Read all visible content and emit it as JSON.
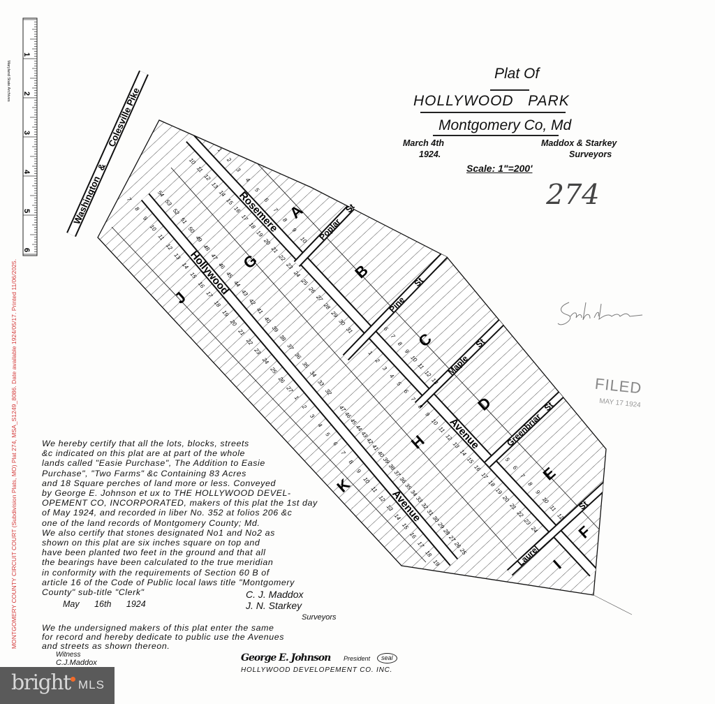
{
  "side_caption": "MONTGOMERY COUNTY CIRCUIT COURT (Subdivision Plats, MO) Plat 274, MSA_S1249_8086. Date available 1924/05/17. Printed 11/06/2025.",
  "ruler": {
    "label": "Maryland State Archives",
    "marks": [
      "1",
      "2",
      "3",
      "4",
      "5",
      "6"
    ]
  },
  "title": {
    "line1": "Plat Of",
    "line2": "HOLLYWOOD   PARK",
    "line3": "Montgomery Co, Md",
    "date_line1": "March 4th",
    "date_line2": "1924.",
    "surveyors_line1": "Maddox & Starkey",
    "surveyors_line2": "Surveyors",
    "scale": "Scale: 1\"=200'",
    "plat_number": "274"
  },
  "stamp": {
    "label": "FILED",
    "date": "MAY 17 1924"
  },
  "map": {
    "pike": [
      "Washington",
      "&",
      "Colesville Pike"
    ],
    "streets": {
      "rosemere": "Rosemere",
      "hollywood": "Hollywood",
      "avenue1": "Avenue",
      "avenue2": "Avenue",
      "poplar": "Poplar",
      "pine": "Pine",
      "maple": "Maple",
      "greenbriar": "Greenbriar",
      "laurel": "Laurel",
      "st": "St"
    },
    "blocks": [
      "A",
      "B",
      "C",
      "D",
      "E",
      "F",
      "G",
      "H",
      "I",
      "J",
      "K"
    ],
    "lot_rows": [
      [
        "1",
        "2",
        "3",
        "4",
        "5",
        "6",
        "7",
        "8",
        "9",
        "10"
      ],
      [
        "10",
        "11",
        "12",
        "13",
        "14",
        "15",
        "16",
        "17",
        "18",
        "19",
        "20",
        "21",
        "22",
        "23",
        "24",
        "25",
        "26",
        "27",
        "28",
        "29",
        "30",
        "31"
      ],
      [
        "54",
        "53",
        "52",
        "51",
        "50",
        "49",
        "48",
        "47",
        "46",
        "45",
        "44",
        "43",
        "42",
        "41",
        "40",
        "39",
        "38",
        "37",
        "36",
        "35",
        "34",
        "33",
        "32"
      ],
      [
        "7",
        "8",
        "9",
        "10",
        "11",
        "12",
        "13",
        "14",
        "15",
        "16",
        "17",
        "18",
        "19",
        "20",
        "21",
        "22",
        "23",
        "24",
        "25",
        "26",
        "27"
      ],
      [
        "1",
        "2",
        "3",
        "4",
        "5",
        "6",
        "7",
        "8",
        "9",
        "10",
        "11",
        "12",
        "13",
        "14",
        "15",
        "16",
        "17",
        "18",
        "19",
        "20",
        "21",
        "22",
        "23",
        "24"
      ],
      [
        "6",
        "7",
        "8",
        "9",
        "10",
        "11",
        "12",
        "13"
      ],
      [
        "5",
        "6",
        "7",
        "8",
        "9",
        "10",
        "11",
        "12"
      ],
      [
        "1",
        "2",
        "3",
        "4",
        "5",
        "6",
        "7",
        "8",
        "9",
        "10",
        "11",
        "12",
        "13",
        "14",
        "15",
        "16",
        "17",
        "18",
        "19"
      ],
      [
        "47",
        "46",
        "45",
        "44",
        "43",
        "42",
        "41",
        "40",
        "39",
        "38",
        "37",
        "36",
        "35",
        "34",
        "33",
        "32",
        "31",
        "30",
        "29",
        "28",
        "27",
        "26",
        "25"
      ]
    ]
  },
  "certification": [
    "We hereby certify that all the lots, blocks, streets",
    "&c indicated on this plat are at part of the whole",
    "lands called \"Easie Purchase\", The Addition to Easie",
    "Purchase\", \"Two Farms\" &c Containing 83 Acres",
    "and 18 Square perches of land more or less. Conveyed",
    "by George E. Johnson et ux to THE HOLLYWOOD DEVEL-",
    "OPEMENT CO, INCORPORATED, makers of this plat the 1st day",
    "of May 1924, and recorded in liber No. 352 at folios 206 &c",
    "one of the land records of Montgomery County; Md.",
    "We also certify that stones designated No1 and No2 as",
    "shown on this plat are six inches square on top and",
    "have been planted two feet in the ground and that all",
    "the bearings have been calculated to the true meridian",
    "in conformity with the requirements of Section 60 B of",
    "article 16 of the Code of Public local laws title \"Montgomery",
    "County\" sub-title \"Clerk\""
  ],
  "cert_date": "May 16th 1924",
  "cert_signers": [
    "C. J. Maddox",
    "J. N. Starkey"
  ],
  "cert_role": "Surveyors",
  "dedication": [
    "We the undersigned makers of this plat enter the same",
    "for record and hereby dedicate to public use the Avenues",
    "and streets as shown thereon."
  ],
  "witness_label": "Witness",
  "witness_name": "C.J.Maddox",
  "signature": "George E. Johnson",
  "signature_title": "President",
  "seal": "seal",
  "company": "HOLLYWOOD DEVELOPEMENT CO. INC.",
  "watermark": {
    "brand": "bright",
    "suffix": "MLS",
    "bg_color": "#5a5a5a",
    "accent": "#f26b2a"
  }
}
